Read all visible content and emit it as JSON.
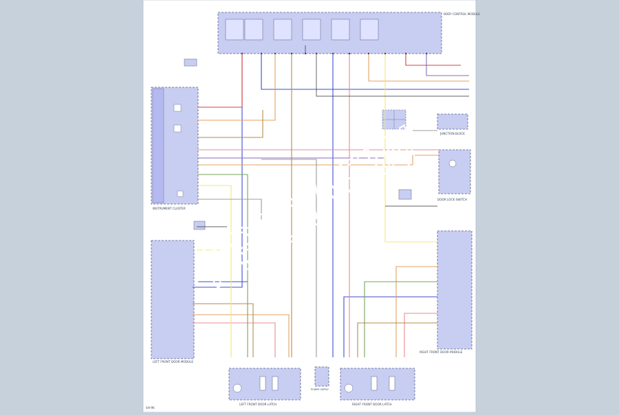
{
  "watermark": "PREVIEW",
  "colors": {
    "background": "#c6d1dc",
    "sheet": "#ffffff",
    "module_fill": "#c8cdf2",
    "module_stroke": "#5b5f86",
    "wire_blue": "#3b4bd1",
    "wire_red": "#d4413a",
    "wire_orange": "#e1a161",
    "wire_pink": "#e98b8f",
    "wire_yellow": "#f2e86e",
    "wire_tan": "#b68a4a",
    "wire_green": "#76a35a",
    "wire_gray": "#9c9c9c",
    "wire_purple": "#8a6bb8",
    "wire_black": "#2c2c2c"
  },
  "modules": {
    "top_module": {
      "note": "BODY CONTROL MODULE"
    },
    "left_module": {
      "label": "INSTRUMENT CLUSTER"
    },
    "left_lower_module": {
      "label": "LEFT FRONT DOOR MODULE"
    },
    "right_lower_module": {
      "label": "RIGHT FRONT DOOR MODULE"
    },
    "bottom_left_module": {
      "label": "LEFT FRONT DOOR LATCH"
    },
    "bottom_right_module": {
      "label": "RIGHT FRONT DOOR LATCH"
    },
    "bottom_mid_module": {
      "label": "POWER SUPPLY"
    },
    "right_mid_module": {
      "label": "DOOR LOCK SWITCH"
    },
    "right_small_module": {
      "label": "JUNCTION BLOCK"
    }
  },
  "footer": {
    "page": "SH-96"
  }
}
